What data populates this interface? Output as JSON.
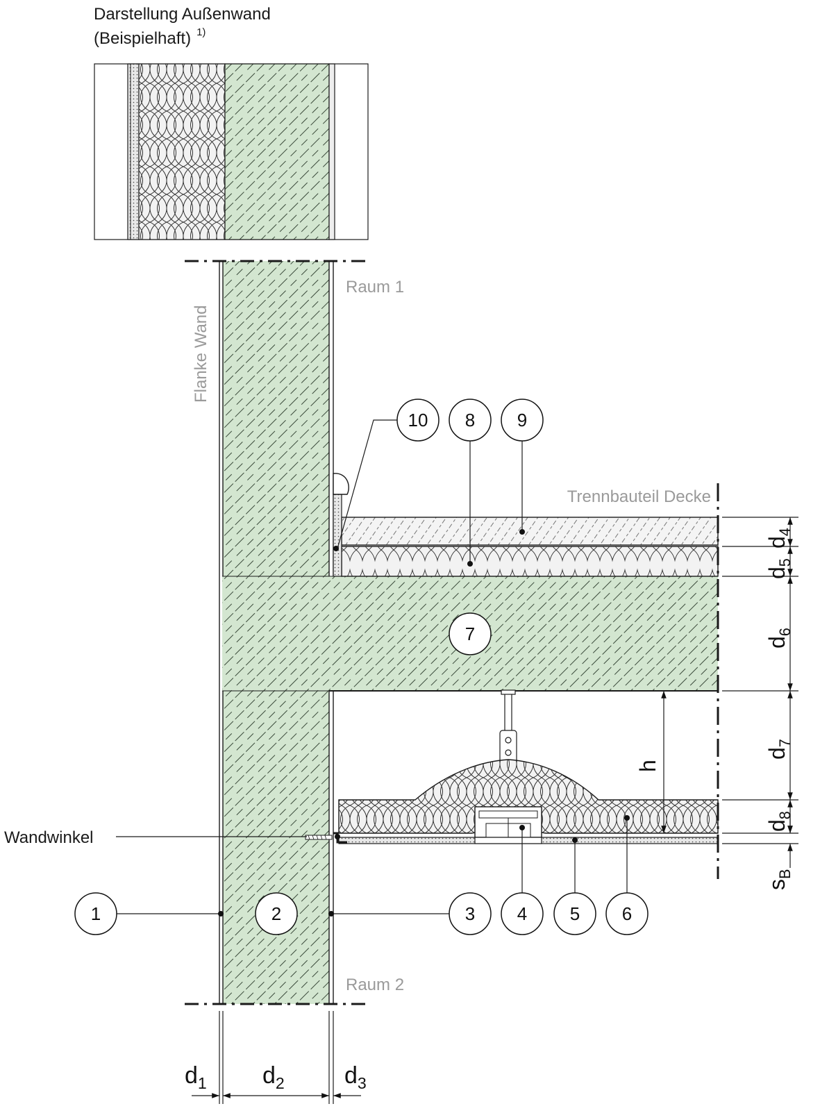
{
  "title": {
    "line1": "Darstellung Außenwand",
    "line2": "(Beispielhaft)",
    "footnote": "1)"
  },
  "labels": {
    "flanke_wand": "Flanke Wand",
    "raum1": "Raum 1",
    "raum2": "Raum 2",
    "trennbauteil": "Trennbauteil Decke",
    "wandwinkel": "Wandwinkel"
  },
  "callouts": {
    "c1": "1",
    "c2": "2",
    "c3": "3",
    "c4": "4",
    "c5": "5",
    "c6": "6",
    "c7": "7",
    "c8": "8",
    "c9": "9",
    "c10": "10"
  },
  "dimensions": {
    "d1": {
      "main": "d",
      "sub": "1"
    },
    "d2": {
      "main": "d",
      "sub": "2"
    },
    "d3": {
      "main": "d",
      "sub": "3"
    },
    "d4": {
      "main": "d",
      "sub": "4"
    },
    "d5": {
      "main": "d",
      "sub": "5"
    },
    "d6": {
      "main": "d",
      "sub": "6"
    },
    "d7": {
      "main": "d",
      "sub": "7"
    },
    "d8": {
      "main": "d",
      "sub": "8"
    },
    "sB": {
      "main": "s",
      "sub": "B"
    },
    "h": "h"
  },
  "colors": {
    "concrete": "#d3e6d0",
    "insulation": "#eeeeee",
    "line": "#1a1a1a",
    "label_gray": "#9a9a9a"
  }
}
